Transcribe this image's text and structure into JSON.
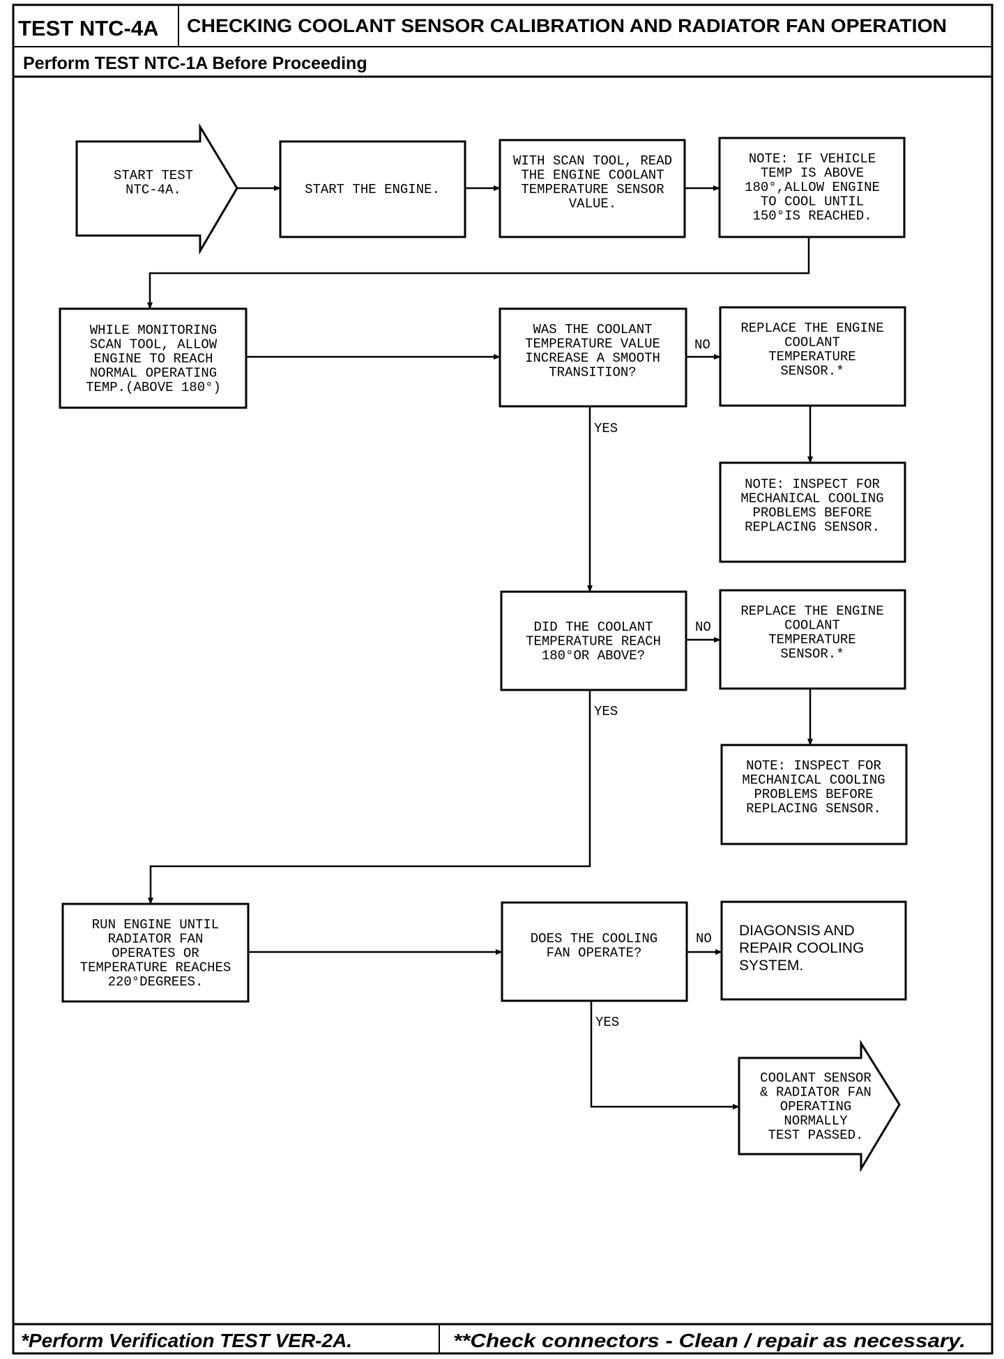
{
  "header": {
    "test_id": "TEST NTC-4A",
    "title": "CHECKING COOLANT SENSOR CALIBRATION AND RADIATOR FAN OPERATION",
    "prerequisite": "Perform TEST NTC-1A Before Proceeding"
  },
  "flow": {
    "start": [
      "START TEST",
      "NTC-4A."
    ],
    "start_engine": [
      "START THE ENGINE."
    ],
    "read_value": [
      "WITH SCAN TOOL, READ",
      "THE ENGINE COOLANT",
      "TEMPERATURE SENSOR",
      "VALUE."
    ],
    "note_cool": [
      "NOTE: IF VEHICLE",
      "TEMP IS ABOVE",
      "180°,ALLOW ENGINE",
      "TO COOL UNTIL",
      "150°IS REACHED."
    ],
    "monitor": [
      "WHILE MONITORING",
      "SCAN TOOL, ALLOW",
      "ENGINE TO REACH",
      "NORMAL OPERATING",
      "TEMP.(ABOVE 180°)"
    ],
    "q_smooth": [
      "WAS THE COOLANT",
      "TEMPERATURE VALUE",
      "INCREASE A SMOOTH",
      "TRANSITION?"
    ],
    "replace1": [
      "REPLACE THE ENGINE",
      "COOLANT",
      "TEMPERATURE",
      "SENSOR.*"
    ],
    "note_mech1": [
      "NOTE: INSPECT FOR",
      "MECHANICAL COOLING",
      "PROBLEMS BEFORE",
      "REPLACING SENSOR."
    ],
    "q_reach": [
      "DID THE COOLANT",
      "TEMPERATURE REACH",
      "180°OR ABOVE?"
    ],
    "replace2": [
      "REPLACE THE ENGINE",
      "COOLANT",
      "TEMPERATURE",
      "SENSOR.*"
    ],
    "note_mech2": [
      "NOTE: INSPECT FOR",
      "MECHANICAL COOLING",
      "PROBLEMS BEFORE",
      "REPLACING SENSOR."
    ],
    "run_engine": [
      "RUN ENGINE UNTIL",
      "RADIATOR FAN",
      "OPERATES OR",
      "TEMPERATURE REACHES",
      "220°DEGREES."
    ],
    "q_fan": [
      "DOES THE COOLING",
      "FAN OPERATE?"
    ],
    "diagnosis": [
      "DIAGONSIS AND",
      "REPAIR COOLING",
      "SYSTEM."
    ],
    "passed": [
      "COOLANT SENSOR",
      "& RADIATOR FAN",
      "OPERATING",
      "NORMALLY",
      "TEST PASSED."
    ]
  },
  "labels": {
    "no": "NO",
    "yes": "YES"
  },
  "footer": {
    "left": "*Perform Verification TEST VER-2A.",
    "right": "**Check connectors - Clean / repair as necessary."
  }
}
